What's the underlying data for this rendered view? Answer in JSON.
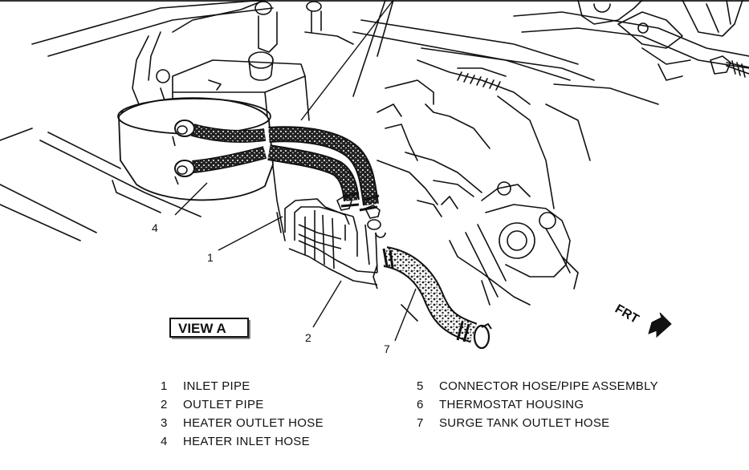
{
  "view_label": "VIEW A",
  "front_label": "FRT",
  "callouts": [
    {
      "id": "callout-1",
      "text": "1"
    },
    {
      "id": "callout-2",
      "text": "2"
    },
    {
      "id": "callout-4",
      "text": "4"
    },
    {
      "id": "callout-7",
      "text": "7"
    }
  ],
  "legend": {
    "left": [
      {
        "num": "1",
        "label": "INLET PIPE"
      },
      {
        "num": "2",
        "label": "OUTLET PIPE"
      },
      {
        "num": "3",
        "label": "HEATER OUTLET HOSE"
      },
      {
        "num": "4",
        "label": "HEATER INLET HOSE"
      }
    ],
    "right": [
      {
        "num": "5",
        "label": "CONNECTOR HOSE/PIPE ASSEMBLY"
      },
      {
        "num": "6",
        "label": "THERMOSTAT HOUSING"
      },
      {
        "num": "7",
        "label": "SURGE TANK OUTLET HOSE"
      }
    ]
  }
}
